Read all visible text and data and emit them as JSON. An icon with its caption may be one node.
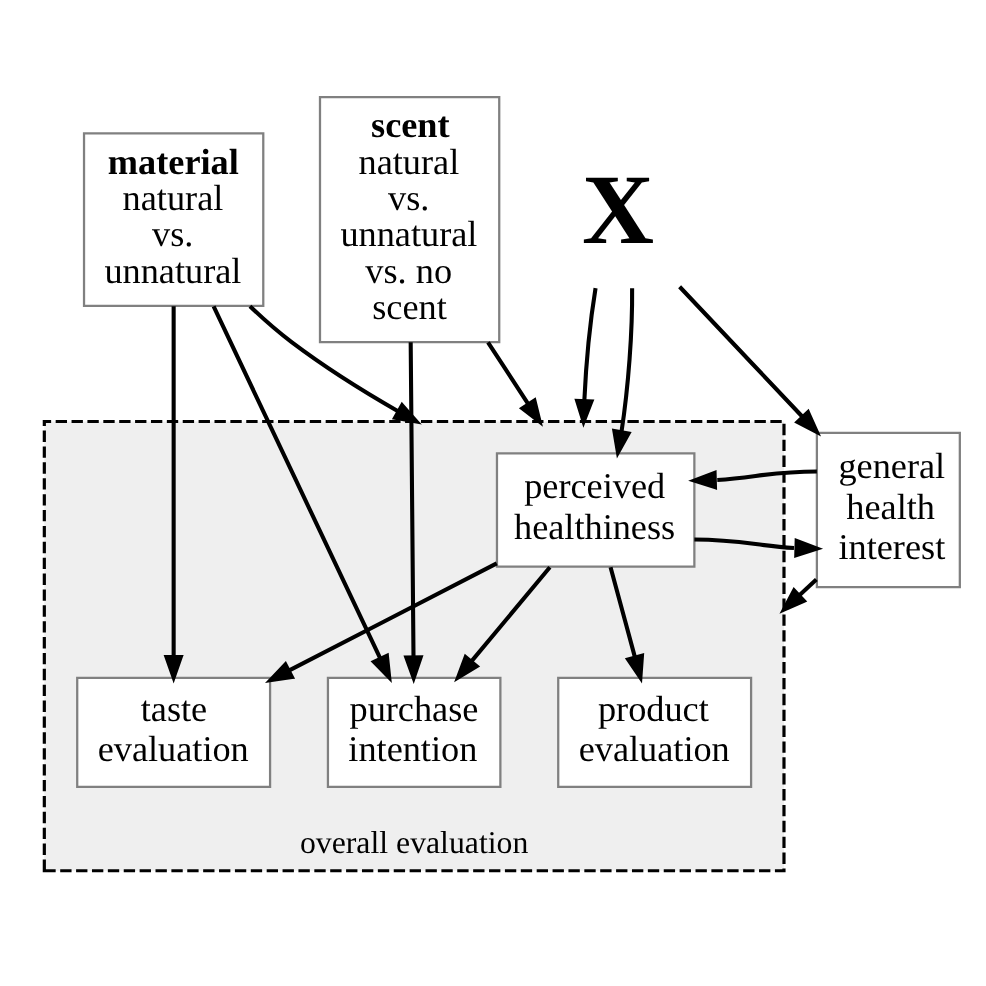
{
  "diagram": {
    "nodes": [
      {
        "text": [
          "material",
          "natural vs. unnatural"
        ]
      },
      {
        "text": [
          "X"
        ]
      },
      {
        "text": [
          "scent",
          "natural vs. unnatural vs. no scent"
        ]
      },
      {
        "text": [
          "overall evaluation"
        ]
      },
      {
        "text": [
          "perceived healthiness"
        ],
        "in": 3
      },
      {
        "text": [
          "general health interest"
        ]
      },
      {
        "text": [
          "taste evaluation"
        ],
        "in": 3
      },
      {
        "text": [
          "purchase intention"
        ],
        "in": 3
      },
      {
        "text": [
          "product evaluation"
        ],
        "in": 3
      }
    ],
    "edges": [
      {
        "from": 0,
        "to": 6,
        "arrow": "to"
      },
      {
        "from": 0,
        "to": 7,
        "arrow": "to"
      },
      {
        "from": 0,
        "to": 3,
        "arrow": "to"
      },
      {
        "from": 1,
        "to": 3,
        "arrow": "to"
      },
      {
        "from": 1,
        "to": 4,
        "arrow": "to"
      },
      {
        "from": 1,
        "to": 5,
        "arrow": "to"
      },
      {
        "from": 2,
        "to": 3,
        "arrow": "to"
      },
      {
        "from": 2,
        "to": 7,
        "arrow": "to"
      },
      {
        "from": 5,
        "to": 4,
        "arrow": "to"
      },
      {
        "from": 4,
        "to": 5,
        "arrow": "to"
      },
      {
        "from": 4,
        "to": 6,
        "arrow": "to"
      },
      {
        "from": 4,
        "to": 7,
        "arrow": "to"
      },
      {
        "from": 4,
        "to": 8,
        "arrow": "to"
      },
      {
        "from": 5,
        "to": 3,
        "arrow": "to"
      }
    ]
  }
}
